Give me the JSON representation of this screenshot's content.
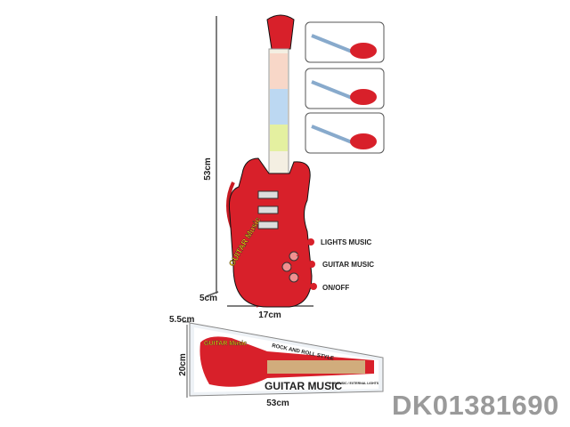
{
  "dimensions": {
    "guitar_height": "53cm",
    "guitar_depth": "5cm",
    "guitar_width": "17cm",
    "box_depth": "5.5cm",
    "box_height": "20cm",
    "box_length": "53cm"
  },
  "callouts": [
    "LIGHTS MUSIC",
    "GUITAR MUSIC",
    "ON/OFF"
  ],
  "guitar_logo": "GUITAR Music",
  "box": {
    "subtitle": "ROCK AND ROLL STYLE",
    "title": "GUITAR MUSIC",
    "tagline": "POP MUSIC / EXTERNAL LIGHTS"
  },
  "product_code": "DK01381690",
  "colors": {
    "guitar_red": "#d8202a",
    "code_gray": "#9a9a9a"
  }
}
